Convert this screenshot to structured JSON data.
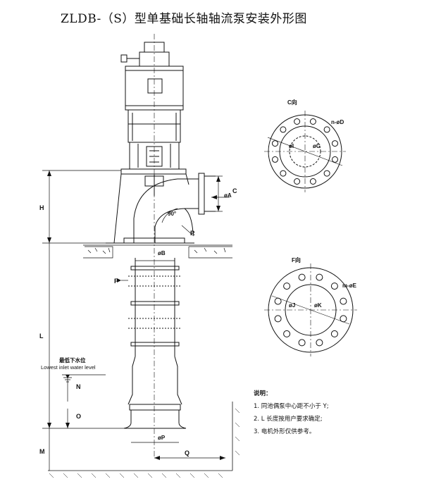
{
  "title": "ZLDB-（S）型单基础长轴轴流泵安装外形图",
  "views": {
    "c_view": "C向",
    "f_view": "F向"
  },
  "dimension_labels": {
    "H": "H",
    "L": "L",
    "M": "M",
    "N": "N",
    "O": "O",
    "A": "øA",
    "B": "øB",
    "P": "øP",
    "Q": "Q",
    "R": "R",
    "C": "C",
    "F": "F",
    "angle": "90°",
    "G": "øG",
    "I": "øI",
    "J": "øJ",
    "K": "øK",
    "nD": "n-øD",
    "mE": "m-øE"
  },
  "water_level": {
    "cn": "最低下水位",
    "en": "Lowest inlet water level"
  },
  "notes": {
    "heading": "说明：",
    "items": [
      "1. 同池偶泵中心距不小于 Y;",
      "2. L 长度按用户要求确定;",
      "3. 电机外形仅供参考。"
    ]
  }
}
